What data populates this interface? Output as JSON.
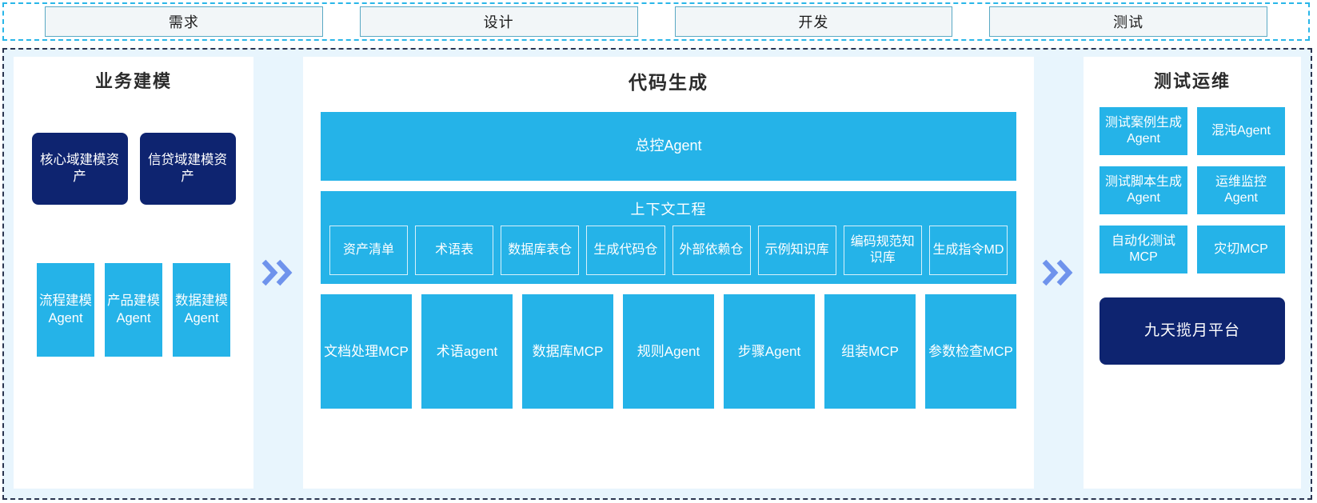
{
  "phases": {
    "items": [
      {
        "label": "需求"
      },
      {
        "label": "设计"
      },
      {
        "label": "开发"
      },
      {
        "label": "测试"
      }
    ]
  },
  "colors": {
    "cyan": "#25b3e8",
    "navy": "#0e2470",
    "panel_bg": "#e8f5fd",
    "chevron": "#6f93ec",
    "phase_border": "#29b6e8",
    "frame_border": "#2a3550"
  },
  "left_panel": {
    "title": "业务建模",
    "assets": [
      {
        "label": "核心域建模资产"
      },
      {
        "label": "信贷域建模资产"
      }
    ],
    "agents": [
      {
        "label": "流程建模Agent"
      },
      {
        "label": "产品建模Agent"
      },
      {
        "label": "数据建模Agent"
      }
    ]
  },
  "mid_panel": {
    "title": "代码生成",
    "master_agent": "总控Agent",
    "context": {
      "title": "上下文工程",
      "items": [
        {
          "label": "资产清单"
        },
        {
          "label": "术语表"
        },
        {
          "label": "数据库表仓"
        },
        {
          "label": "生成代码仓"
        },
        {
          "label": "外部依赖仓"
        },
        {
          "label": "示例知识库"
        },
        {
          "label": "编码规范知识库"
        },
        {
          "label": "生成指令MD"
        }
      ]
    },
    "tools": [
      {
        "label": "文档处理MCP"
      },
      {
        "label": "术语agent"
      },
      {
        "label": "数据库MCP"
      },
      {
        "label": "规则Agent"
      },
      {
        "label": "步骤Agent"
      },
      {
        "label": "组装MCP"
      },
      {
        "label": "参数检查MCP"
      }
    ]
  },
  "right_panel": {
    "title": "测试运维",
    "items": [
      {
        "label": "测试案例生成Agent"
      },
      {
        "label": "混沌Agent"
      },
      {
        "label": "测试脚本生成Agent"
      },
      {
        "label": "运维监控Agent"
      },
      {
        "label": "自动化测试MCP"
      },
      {
        "label": "灾切MCP"
      }
    ],
    "platform": "九天揽月平台"
  },
  "arrows": {
    "left_to_mid": "double-chevron-right",
    "mid_to_right": "double-chevron-right"
  }
}
